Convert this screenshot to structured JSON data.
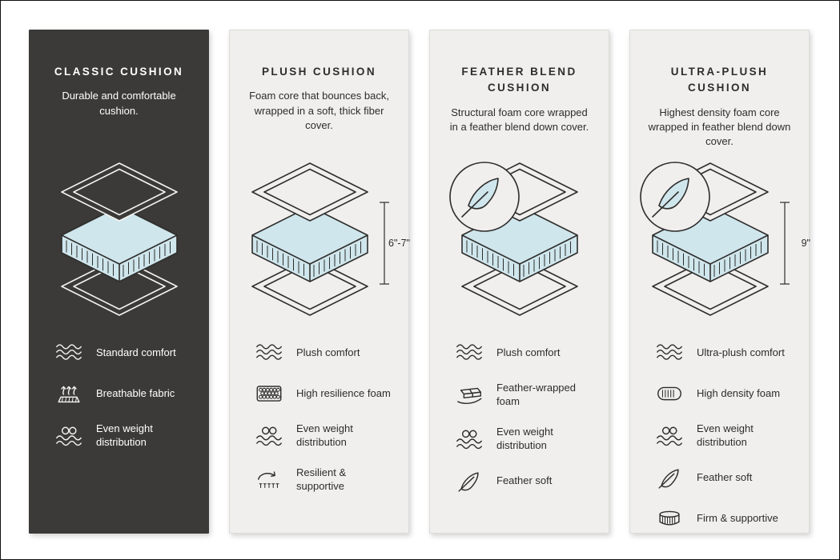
{
  "colors": {
    "foam": "#cfe6ec",
    "dark_card": "#3b3a38",
    "light_card": "#f0efed",
    "line": "#2e2d2c",
    "line_on_dark": "#f5f4f1"
  },
  "cards": [
    {
      "title": "CLASSIC CUSHION",
      "description": "Durable and comfortable cushion.",
      "diagram": {
        "feather_badge": false,
        "measurement": ""
      },
      "features": [
        {
          "icon": "waves-icon",
          "label": "Standard comfort"
        },
        {
          "icon": "breathable-icon",
          "label": "Breathable fabric"
        },
        {
          "icon": "weight-distribution-icon",
          "label": "Even weight distribution"
        }
      ]
    },
    {
      "title": "PLUSH CUSHION",
      "description": "Foam core that bounces back, wrapped in a soft, thick fiber cover.",
      "diagram": {
        "feather_badge": false,
        "measurement": "6\"-7\""
      },
      "features": [
        {
          "icon": "waves-icon",
          "label": "Plush comfort"
        },
        {
          "icon": "foam-cells-icon",
          "label": "High resilience foam"
        },
        {
          "icon": "weight-distribution-icon",
          "label": "Even weight distribution"
        },
        {
          "icon": "spring-icon",
          "label": "Resilient & supportive"
        }
      ]
    },
    {
      "title": "FEATHER BLEND CUSHION",
      "description": "Structural foam core wrapped in a feather blend down cover.",
      "diagram": {
        "feather_badge": true,
        "measurement": ""
      },
      "features": [
        {
          "icon": "waves-icon",
          "label": "Plush comfort"
        },
        {
          "icon": "feather-wrapped-foam-icon",
          "label": "Feather-wrapped foam"
        },
        {
          "icon": "weight-distribution-icon",
          "label": "Even weight distribution"
        },
        {
          "icon": "feather-icon",
          "label": "Feather soft"
        }
      ]
    },
    {
      "title": "ULTRA-PLUSH CUSHION",
      "description": "Highest density foam core wrapped in feather blend down cover.",
      "diagram": {
        "feather_badge": true,
        "measurement": "9\""
      },
      "features": [
        {
          "icon": "waves-icon",
          "label": "Ultra-plush comfort"
        },
        {
          "icon": "density-foam-icon",
          "label": "High density foam"
        },
        {
          "icon": "weight-distribution-icon",
          "label": "Even weight distribution"
        },
        {
          "icon": "feather-icon",
          "label": "Feather soft"
        },
        {
          "icon": "firm-support-icon",
          "label": "Firm & supportive"
        }
      ]
    }
  ]
}
